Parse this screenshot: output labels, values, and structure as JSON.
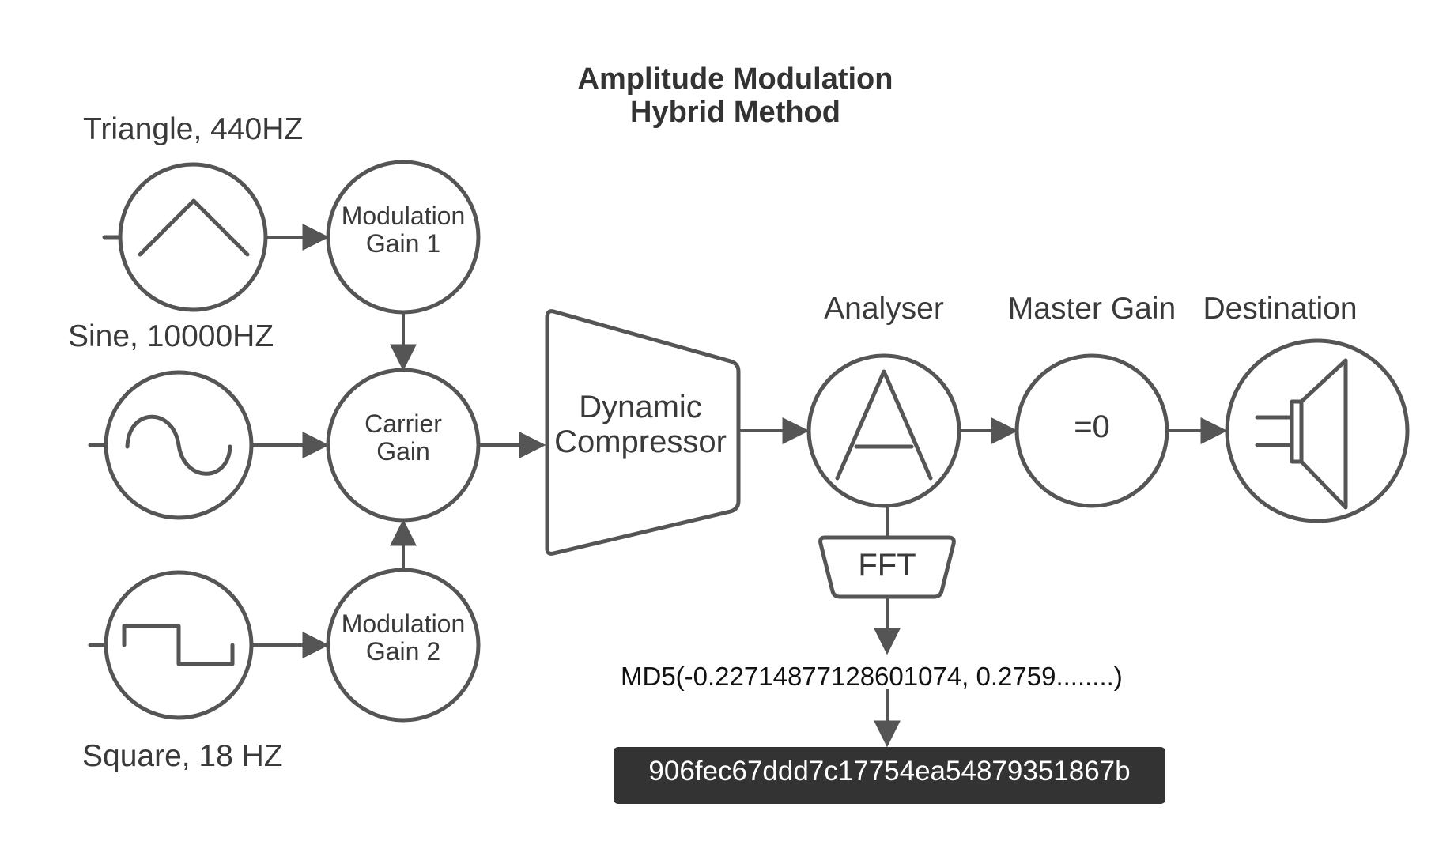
{
  "title": "Amplitude Modulation Hybrid Method",
  "oscillators": {
    "triangle": "Triangle, 440HZ",
    "sine": "Sine, 10000HZ",
    "square": "Square, 18  HZ"
  },
  "nodes": {
    "modulation_gain_1": [
      "Modulation",
      "Gain 1"
    ],
    "carrier_gain": [
      "Carrier",
      "Gain"
    ],
    "modulation_gain_2": [
      "Modulation",
      "Gain 2"
    ],
    "compressor": [
      "Dynamic",
      "Compressor"
    ],
    "analyser": "Analyser",
    "master_gain_label": "Master Gain",
    "master_gain_value": "=0",
    "destination": "Destination",
    "fft": "FFT"
  },
  "md5_expression": "MD5(-0.22714877128601074, 0.2759........)",
  "hash": "906fec67ddd7c17754ea54879351867b",
  "colors": {
    "stroke": "#555555",
    "text": "#333333",
    "hash_bg": "#333333",
    "hash_text": "#ffffff"
  }
}
